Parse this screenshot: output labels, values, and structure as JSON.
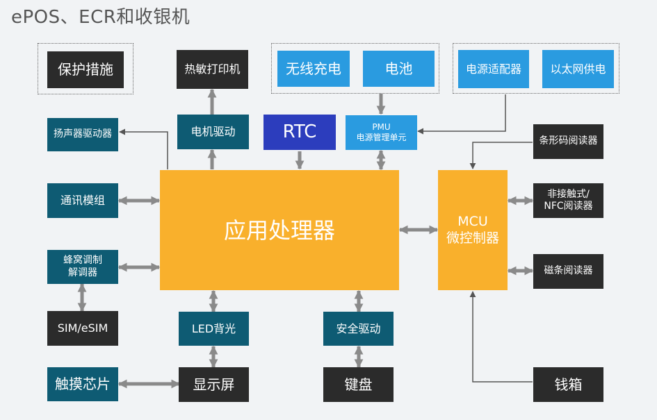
{
  "title": "ePOS、ECR和收银机",
  "colors": {
    "dark": "#2b2b2b",
    "teal": "#0e5b73",
    "blue": "#2a9be0",
    "navy": "#2c3dbd",
    "orange": "#f9b02c",
    "wire": "#555555",
    "arrow": "#8a8a8a"
  },
  "blocks": {
    "protection": "保护措施",
    "thermal_printer": "热敏打印机",
    "wireless_charging": "无线充电",
    "battery": "电池",
    "power_adapter": "电源适配器",
    "poe": "以太网供电",
    "speaker_driver": "扬声器驱动器",
    "motor_driver": "电机驱动",
    "rtc": "RTC",
    "pmu_line1": "PMU",
    "pmu_line2": "电源管理单元",
    "barcode_reader": "条形码阅读器",
    "comm_module": "通讯模组",
    "application_processor": "应用处理器",
    "mcu_line1": "MCU",
    "mcu_line2": "微控制器",
    "nfc_line1": "非接触式/",
    "nfc_line2": "NFC阅读器",
    "cellular_line1": "蜂窝调制",
    "cellular_line2": "解调器",
    "magstripe_reader": "磁条阅读器",
    "sim": "SIM/eSIM",
    "led_backlight": "LED背光",
    "security_driver": "安全驱动",
    "touch_chip": "触摸芯片",
    "display": "显示屏",
    "keyboard": "键盘",
    "cash_drawer": "钱箱"
  }
}
